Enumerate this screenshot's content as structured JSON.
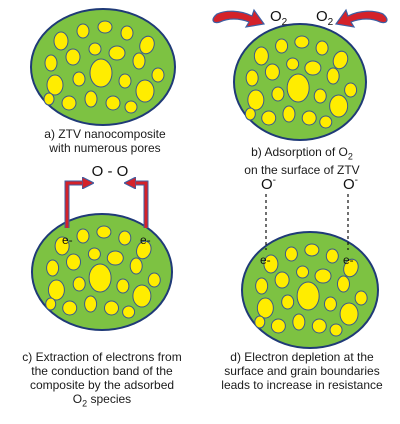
{
  "colors": {
    "grain_fill": "#7DC242",
    "grain_stroke": "#1F3A77",
    "pore_fill": "#FFED00",
    "pore_stroke": "#3A5A8C",
    "arrow_fill": "#D4222A",
    "arrow_stroke": "#3E5FA3"
  },
  "panel_a": {
    "caption_line1": "a) ZTV nanocomposite",
    "caption_line2": "with  numerous pores"
  },
  "panel_b": {
    "o2_left_base": "O",
    "o2_left_sub": "2",
    "o2_right_base": "O",
    "o2_right_sub": "2",
    "caption_line1_base": "b) Adsorption of O",
    "caption_line1_sub": "2",
    "caption_line2": "on the surface of ZTV"
  },
  "panel_c": {
    "o_o_label": "O - O",
    "electron_left": "e-",
    "electron_right": "e-",
    "caption_line1": "c) Extraction of electrons from",
    "caption_line2": "the conduction band of the",
    "caption_line3": "composite by the adsorbed",
    "caption_line4_sub": "2",
    "caption_line4_base": "O",
    "caption_line4_rest": " species"
  },
  "panel_d": {
    "ion_left_base": "O",
    "ion_left_sup": "-",
    "ion_right_base": "O",
    "ion_right_sup": "-",
    "electron_left": "e-",
    "electron_right": "e-",
    "caption_line1": "d) Electron depletion at the",
    "caption_line2": "surface and grain boundaries",
    "caption_line3": "leads to increase in resistance"
  }
}
